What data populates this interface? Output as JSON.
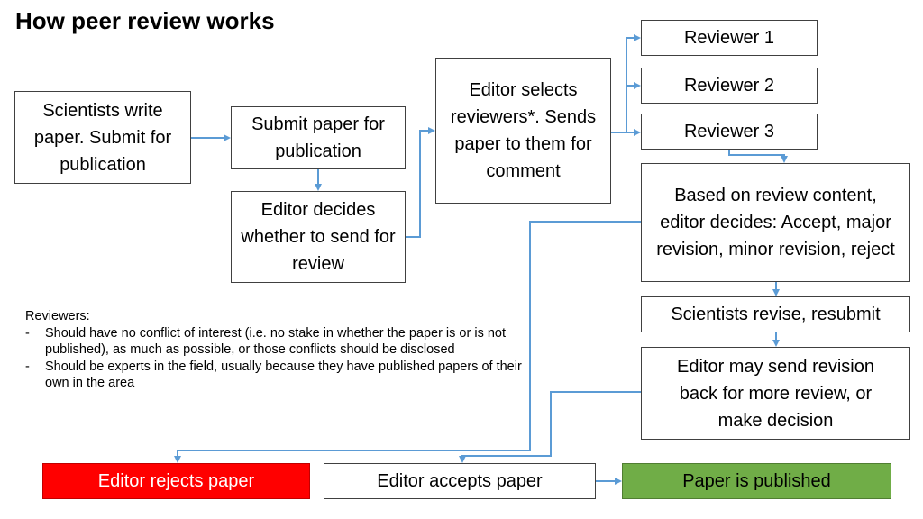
{
  "title": "How peer review works",
  "boxes": {
    "scientists_write": "Scientists write paper. Submit for publication",
    "submit_paper": "Submit paper for publication",
    "editor_decides_send": "Editor decides whether to send for review",
    "editor_selects": "Editor selects reviewers*. Sends paper to them for comment",
    "reviewer_1": "Reviewer 1",
    "reviewer_2": "Reviewer 2",
    "reviewer_3": "Reviewer 3",
    "based_on_review": "Based on review content, editor decides: Accept, major revision, minor revision, reject",
    "scientists_revise": "Scientists revise, resubmit",
    "editor_may_send": "Editor may send revision back for more review, or make decision",
    "editor_rejects": "Editor rejects paper",
    "editor_accepts": "Editor accepts paper",
    "paper_published": "Paper is published"
  },
  "note": {
    "heading": "Reviewers:",
    "items": [
      "Should have no conflict of interest (i.e. no stake in whether the paper is or is not published), as much as possible, or those conflicts should be disclosed",
      "Should be experts in the field, usually because they have published papers of their own in the area"
    ],
    "bullet": "-"
  },
  "colors": {
    "arrow": "#5b9bd5",
    "reject_fill": "#ff0000",
    "publish_fill": "#70ad47"
  }
}
